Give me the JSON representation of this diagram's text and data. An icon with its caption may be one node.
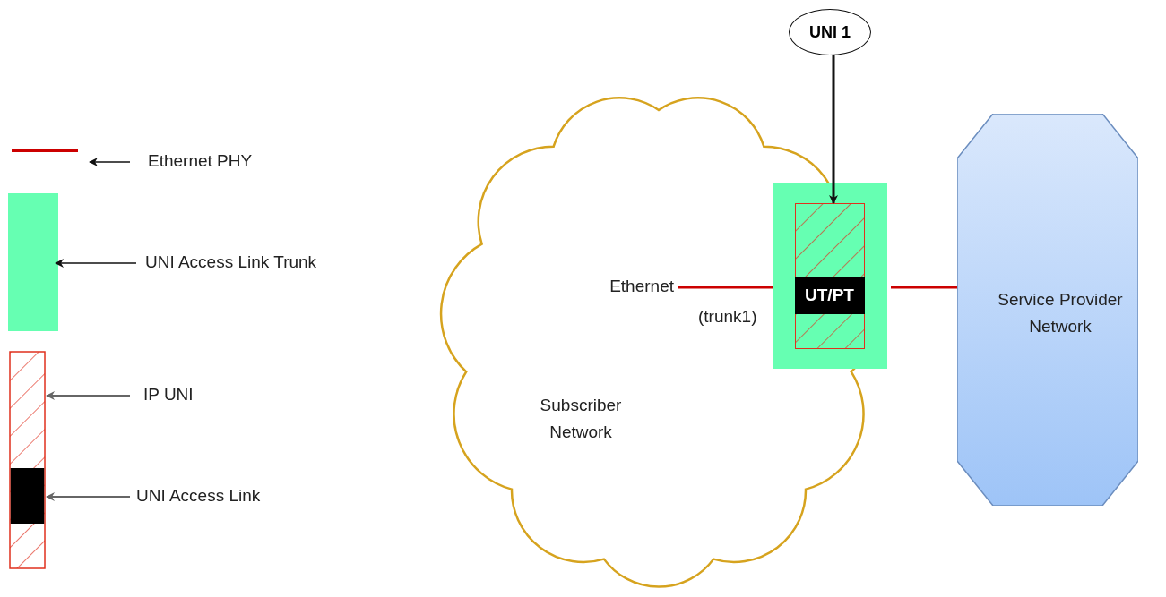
{
  "diagram": {
    "nodes": [
      {
        "text": [
          "UNI 1"
        ]
      },
      {
        "text": [
          "Subscriber Network"
        ]
      },
      {
        "text": [],
        "shape": "box"
      },
      {
        "text": [],
        "shape": "box",
        "in": 2
      },
      {
        "text": [
          "UT/PT"
        ],
        "in": 3
      },
      {
        "text": [
          "Service Provider Network"
        ]
      },
      {
        "text": [
          "Ethernet"
        ],
        "in": 1
      }
    ],
    "edges": [
      {
        "from": 6,
        "to": 2,
        "arrow": "none",
        "label": "(trunk1)"
      },
      {
        "from": 2,
        "to": 5,
        "arrow": "none"
      },
      {
        "from": 0,
        "to": 3,
        "arrow": "to",
        "color": "#111111"
      }
    ],
    "legend": [
      {
        "text": "Ethernet PHY"
      },
      {
        "text": "UNI Access Link Trunk",
        "color": "#66ffb2"
      },
      {
        "text": "IP UNI"
      },
      {
        "text": "UNI Access Link",
        "color": "#000000"
      }
    ]
  }
}
